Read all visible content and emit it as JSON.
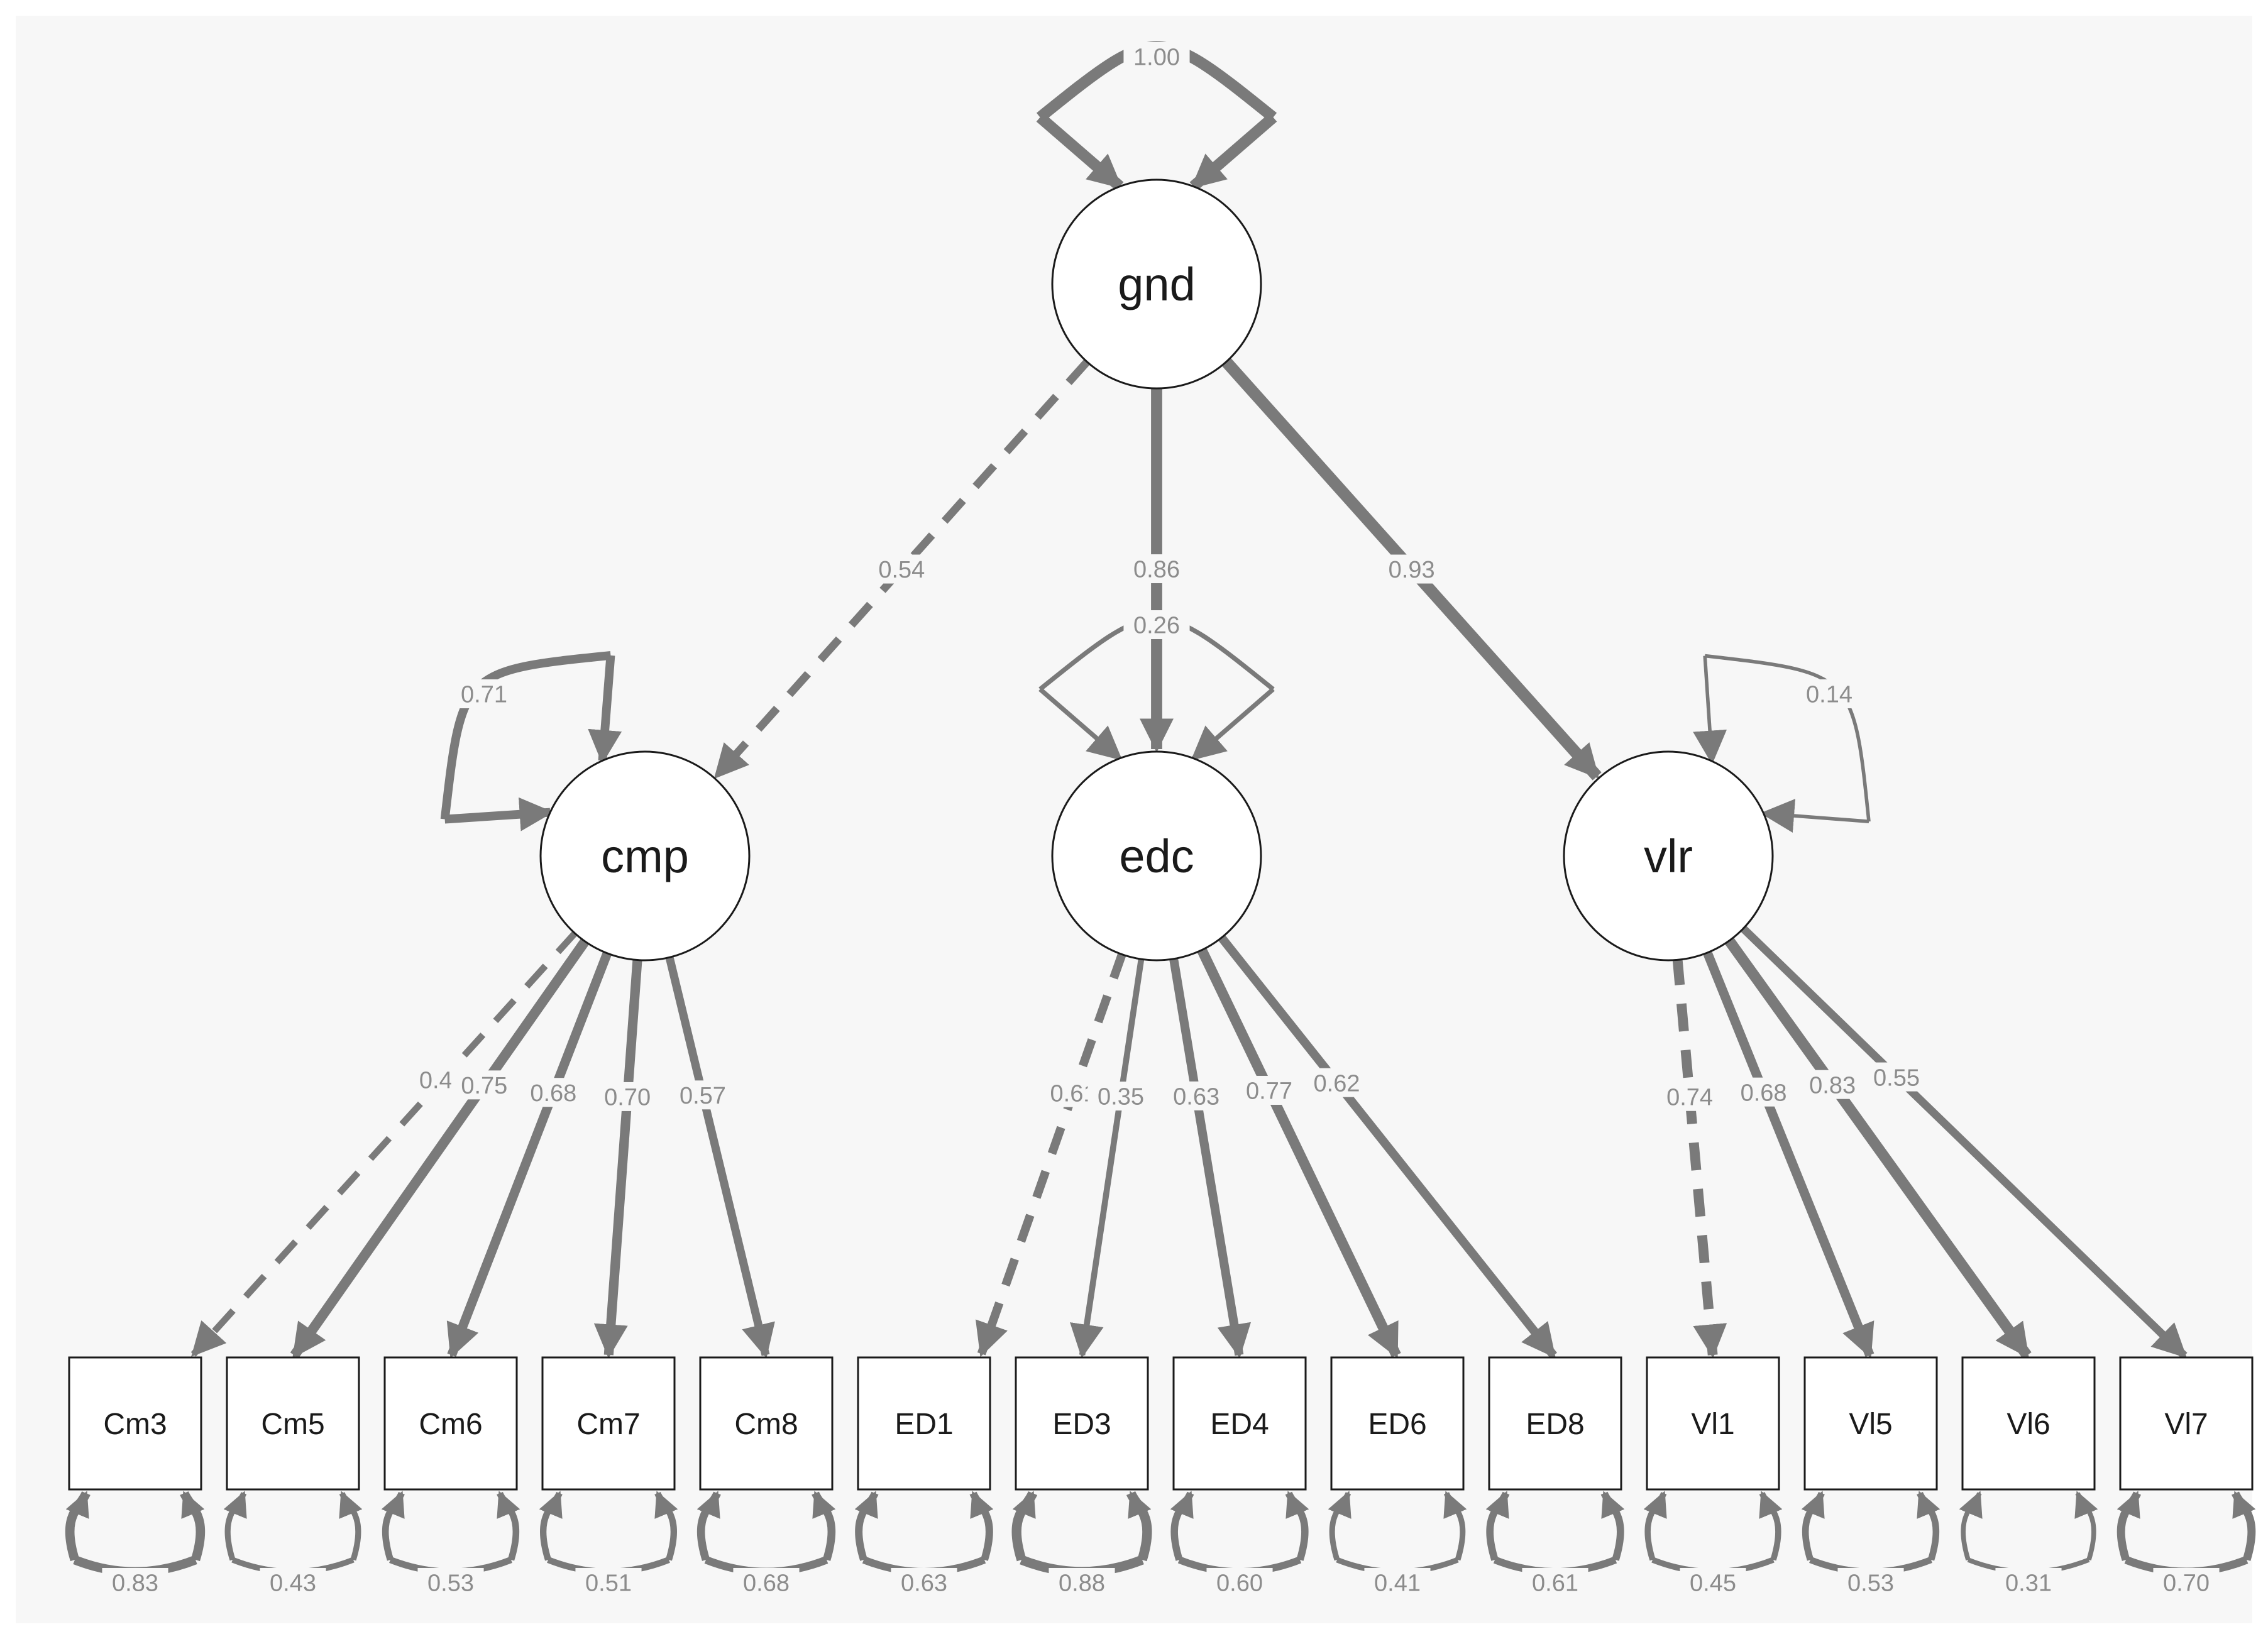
{
  "diagram": {
    "colors": {
      "background": "#f7f7f7",
      "edge": "#7a7a7a",
      "node_stroke": "#1a1a1a",
      "node_fill": "#ffffff",
      "label": "#8c8c8c"
    },
    "latent": [
      {
        "id": "gnd",
        "label": "gnd",
        "variance": "1.00"
      },
      {
        "id": "cmp",
        "label": "cmp",
        "variance": "0.71"
      },
      {
        "id": "edc",
        "label": "edc",
        "variance": "0.26"
      },
      {
        "id": "vlr",
        "label": "vlr",
        "variance": "0.14"
      }
    ],
    "structural_paths": [
      {
        "from": "gnd",
        "to": "cmp",
        "loading": "0.54",
        "dashed": true
      },
      {
        "from": "gnd",
        "to": "edc",
        "loading": "0.86",
        "dashed": false
      },
      {
        "from": "gnd",
        "to": "vlr",
        "loading": "0.93",
        "dashed": false
      }
    ],
    "observed": [
      {
        "id": "Cm3",
        "label": "Cm3",
        "factor": "cmp",
        "loading": "0.41",
        "dashed": true,
        "residual": "0.83"
      },
      {
        "id": "Cm5",
        "label": "Cm5",
        "factor": "cmp",
        "loading": "0.75",
        "dashed": false,
        "residual": "0.43"
      },
      {
        "id": "Cm6",
        "label": "Cm6",
        "factor": "cmp",
        "loading": "0.68",
        "dashed": false,
        "residual": "0.53"
      },
      {
        "id": "Cm7",
        "label": "Cm7",
        "factor": "cmp",
        "loading": "0.70",
        "dashed": false,
        "residual": "0.51"
      },
      {
        "id": "Cm8",
        "label": "Cm8",
        "factor": "cmp",
        "loading": "0.57",
        "dashed": false,
        "residual": "0.68"
      },
      {
        "id": "ED1",
        "label": "ED1",
        "factor": "edc",
        "loading": "0.61",
        "dashed": true,
        "residual": "0.63"
      },
      {
        "id": "ED3",
        "label": "ED3",
        "factor": "edc",
        "loading": "0.35",
        "dashed": false,
        "residual": "0.88"
      },
      {
        "id": "ED4",
        "label": "ED4",
        "factor": "edc",
        "loading": "0.63",
        "dashed": false,
        "residual": "0.60"
      },
      {
        "id": "ED6",
        "label": "ED6",
        "factor": "edc",
        "loading": "0.77",
        "dashed": false,
        "residual": "0.41"
      },
      {
        "id": "ED8",
        "label": "ED8",
        "factor": "edc",
        "loading": "0.62",
        "dashed": false,
        "residual": "0.61"
      },
      {
        "id": "Vl1",
        "label": "Vl1",
        "factor": "vlr",
        "loading": "0.74",
        "dashed": true,
        "residual": "0.45"
      },
      {
        "id": "Vl5",
        "label": "Vl5",
        "factor": "vlr",
        "loading": "0.68",
        "dashed": false,
        "residual": "0.53"
      },
      {
        "id": "Vl6",
        "label": "Vl6",
        "factor": "vlr",
        "loading": "0.83",
        "dashed": false,
        "residual": "0.31"
      },
      {
        "id": "Vl7",
        "label": "Vl7",
        "factor": "vlr",
        "loading": "0.55",
        "dashed": false,
        "residual": "0.70"
      }
    ]
  }
}
